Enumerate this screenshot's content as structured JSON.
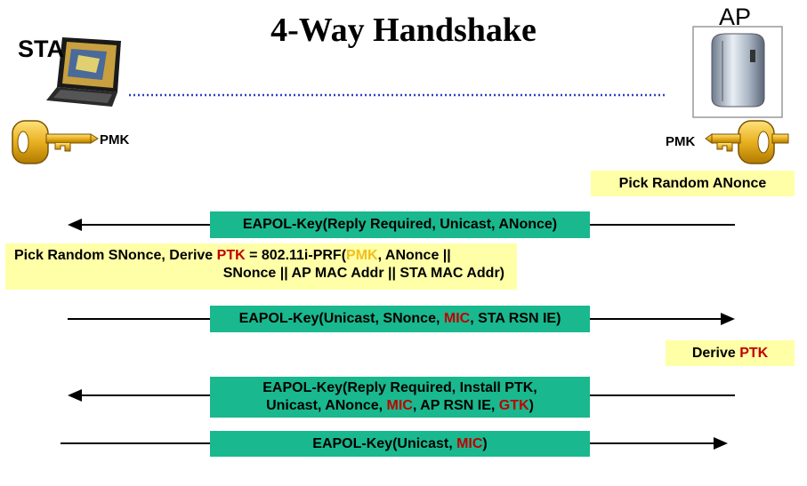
{
  "title": "4-Way Handshake",
  "sta_label": "STA",
  "ap_label": "AP",
  "sta_key_label": "PMK",
  "ap_key_label": "PMK",
  "ap_step1": "Pick Random ANonce",
  "msg1": "EAPOL-Key(Reply Required, Unicast, ANonce)",
  "sta_step": {
    "line1_a": "Pick Random SNonce, Derive ",
    "line1_ptk": "PTK",
    "line1_b": " = 802.11i-PRF(",
    "line1_pmk": "PMK",
    "line1_c": ", ANonce ||",
    "line2": "SNonce || AP MAC Addr || STA MAC Addr)"
  },
  "msg2": {
    "a": "EAPOL-Key(Unicast, SNonce, ",
    "mic": "MIC",
    "b": ", STA RSN IE)"
  },
  "ap_step2": {
    "a": "Derive ",
    "ptk": "PTK"
  },
  "msg3": {
    "line1": "EAPOL-Key(Reply Required, Install PTK,",
    "line2_a": "Unicast, ANonce, ",
    "mic": "MIC",
    "line2_b": ", AP RSN IE, ",
    "gtk": "GTK",
    "line2_c": ")"
  },
  "msg4": {
    "a": "EAPOL-Key(Unicast, ",
    "mic": "MIC",
    "b": ")"
  },
  "colors": {
    "message_box": "#1ab88e",
    "note_box": "#ffffa8",
    "highlight_red": "#c00000",
    "highlight_gold": "#f0c020",
    "link_dots": "#3040c0"
  }
}
